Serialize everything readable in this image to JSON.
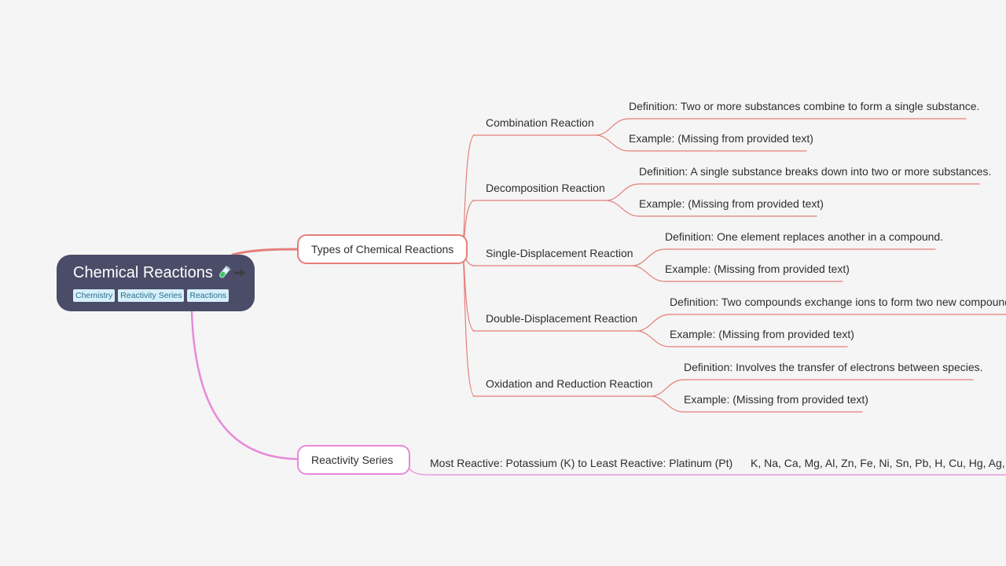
{
  "root": {
    "title": "Chemical Reactions",
    "icons": [
      "test-tube-icon",
      "right-arrow-icon"
    ],
    "tags": [
      "Chemistry",
      "Reactivity Series",
      "Reactions"
    ]
  },
  "branches": {
    "types": {
      "label": "Types of Chemical Reactions",
      "color": "#e47f7a",
      "items": [
        {
          "label": "Combination Reaction",
          "definition": "Definition: Two or more substances combine to form a single substance.",
          "example": "Example: (Missing from provided text)"
        },
        {
          "label": "Decomposition Reaction",
          "definition": "Definition: A single substance breaks down into two or more substances.",
          "example": "Example: (Missing from provided text)"
        },
        {
          "label": "Single-Displacement Reaction",
          "definition": "Definition: One element replaces another in a compound.",
          "example": "Example: (Missing from provided text)"
        },
        {
          "label": "Double-Displacement Reaction",
          "definition": "Definition: Two compounds exchange ions to form two new compounds.",
          "example": "Example: (Missing from provided text)"
        },
        {
          "label": "Oxidation and Reduction Reaction",
          "definition": "Definition: Involves the transfer of electrons between species.",
          "example": "Example: (Missing from provided text)"
        }
      ]
    },
    "reactivity": {
      "label": "Reactivity Series",
      "color": "#e889d9",
      "summary": "Most Reactive: Potassium (K) to Least Reactive: Platinum (Pt)",
      "series": "K, Na, Ca, Mg, Al, Zn, Fe, Ni, Sn, Pb, H, Cu, Hg, Ag, Au, Pt"
    }
  }
}
